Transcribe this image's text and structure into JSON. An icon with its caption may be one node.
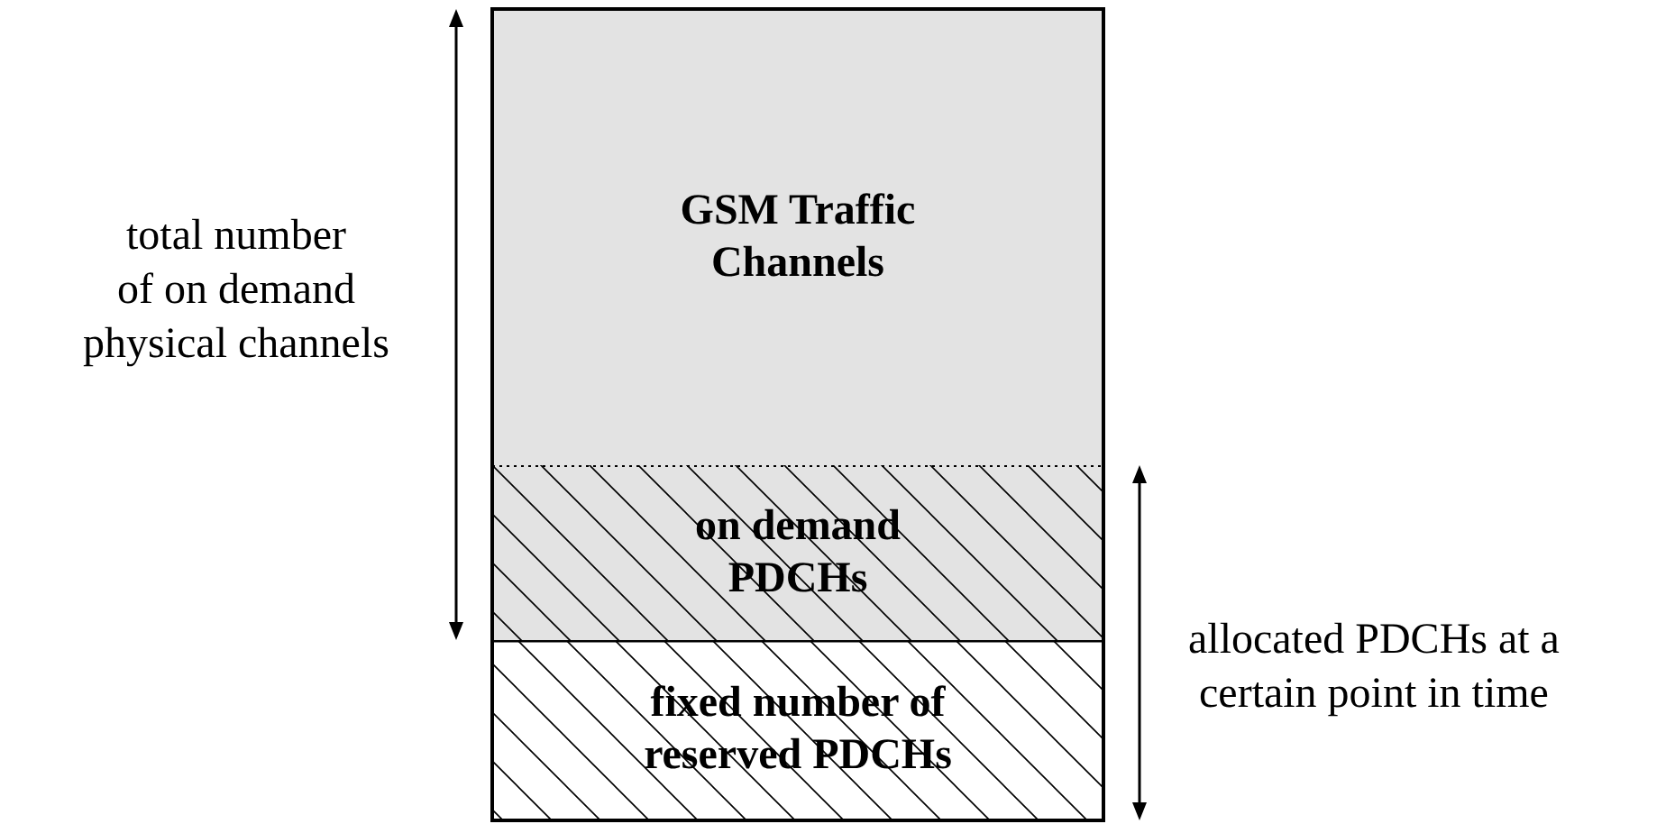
{
  "diagram": {
    "nodes": [
      {
        "text": [
          "GSM Traffic Channels"
        ]
      },
      {
        "text": [
          "on demand PDCHs"
        ]
      },
      {
        "text": [
          "fixed number of reserved PDCHs"
        ]
      }
    ],
    "labels": [
      "total number of on demand physical channels",
      "allocated PDCHs at a certain point in time"
    ]
  }
}
